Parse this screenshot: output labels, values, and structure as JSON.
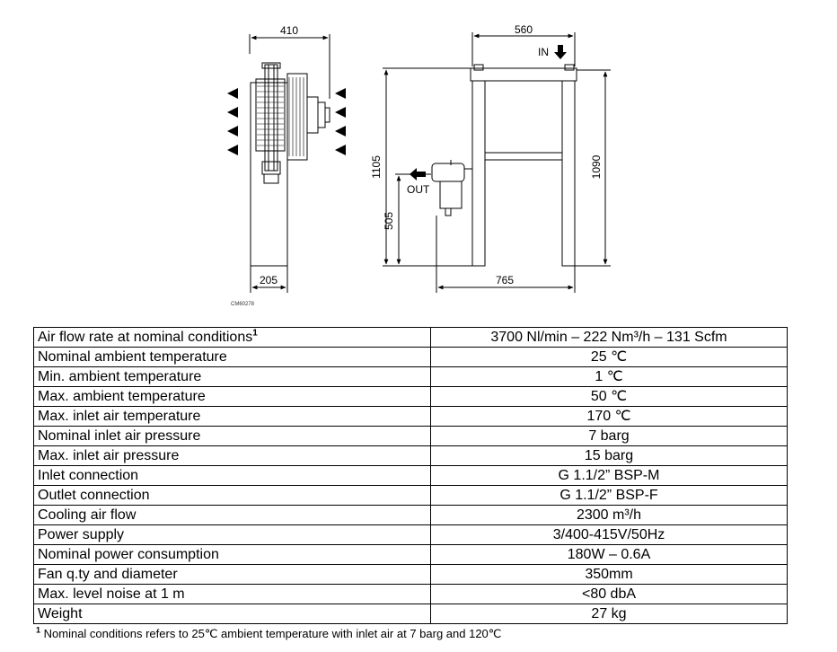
{
  "drawing": {
    "side_view": {
      "top_width": "410",
      "base_width": "205"
    },
    "front_view": {
      "top_width": "560",
      "bottom_width": "765",
      "total_height": "1105",
      "outlet_height": "505",
      "frame_height": "1090",
      "inlet_label": "IN",
      "outlet_label": "OUT"
    },
    "drawing_code": "CM60278"
  },
  "spec_table": {
    "rows": [
      {
        "label": "Air flow rate at nominal conditions",
        "footnote_mark": "1",
        "value": "3700 Nl/min – 222 Nm³/h – 131 Scfm"
      },
      {
        "label": "Nominal ambient temperature",
        "value": "25 ℃"
      },
      {
        "label": "Min. ambient temperature",
        "value": "1 ℃"
      },
      {
        "label": "Max. ambient temperature",
        "value": "50 ℃"
      },
      {
        "label": "Max. inlet air temperature",
        "value": "170 ℃"
      },
      {
        "label": "Nominal inlet air pressure",
        "value": "7 barg"
      },
      {
        "label": "Max. inlet air pressure",
        "value": "15 barg"
      },
      {
        "label": "Inlet connection",
        "value": "G 1.1/2” BSP-M"
      },
      {
        "label": "Outlet connection",
        "value": "G 1.1/2” BSP-F"
      },
      {
        "label": "Cooling air flow",
        "value": "2300 m³/h"
      },
      {
        "label": "Power supply",
        "value": "3/400-415V/50Hz"
      },
      {
        "label": "Nominal power consumption",
        "value": "180W – 0.6A"
      },
      {
        "label": "Fan q.ty and diameter",
        "value": "350mm"
      },
      {
        "label": "Max. level noise at 1 m",
        "value": "<80 dbA"
      },
      {
        "label": "Weight",
        "value": "27 kg"
      }
    ]
  },
  "footnote": {
    "mark": "1",
    "text": "Nominal conditions refers to 25℃ ambient temperature  with inlet air at 7 barg and 120℃"
  }
}
